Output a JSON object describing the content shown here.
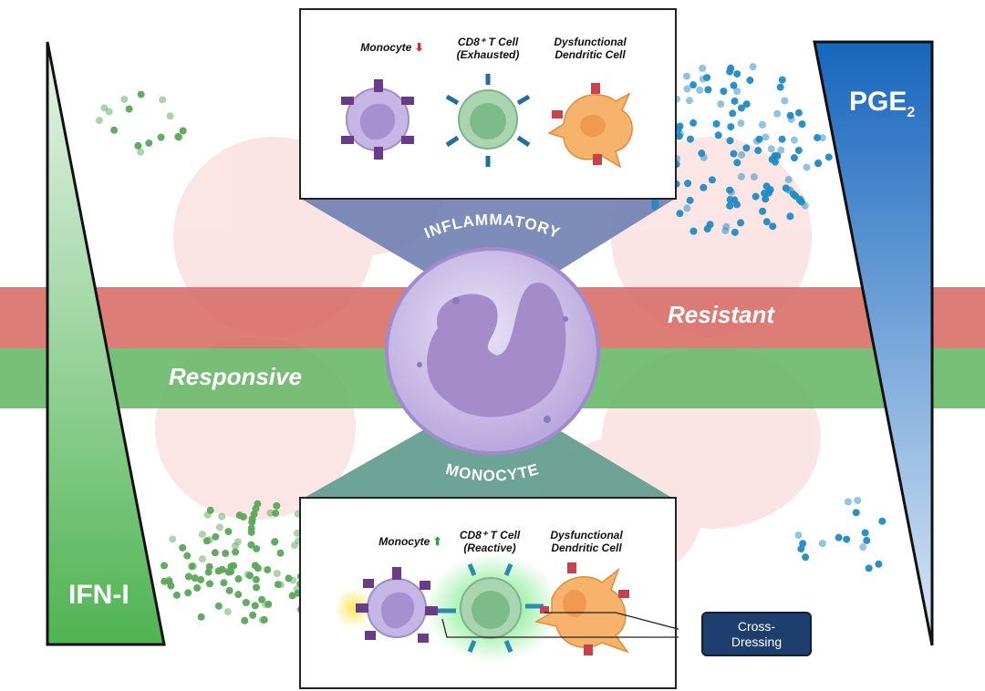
{
  "gradients": {
    "left": {
      "label": "IFN-I",
      "color": "#4caf50"
    },
    "right": {
      "label_main": "PGE",
      "label_sub": "2",
      "color": "#1a6fc0"
    }
  },
  "bands": {
    "resistant": {
      "label": "Resistant",
      "color": "#d9726c"
    },
    "responsive": {
      "label": "Responsive",
      "color": "#6cba6c"
    }
  },
  "center": {
    "top_label": "INFLAMMATORY",
    "bottom_label": "MONOCYTE"
  },
  "top_panel": {
    "cells": [
      {
        "label_line1": "Monocyte",
        "indicator": "down-arrow",
        "indicator_color": "#d32f2f"
      },
      {
        "label_line1": "CD8⁺ T Cell",
        "label_line2": "(Exhausted)"
      },
      {
        "label_line1": "Dysfunctional",
        "label_line2": "Dendritic Cell"
      }
    ]
  },
  "bottom_panel": {
    "cells": [
      {
        "label_line1": "Monocyte",
        "indicator": "up-arrow",
        "indicator_color": "#2e9e3e"
      },
      {
        "label_line1": "CD8⁺ T Cell",
        "label_line2": "(Reactive)"
      },
      {
        "label_line1": "Dysfunctional",
        "label_line2": "Dendritic Cell"
      }
    ]
  },
  "callout": {
    "line1": "Cross-",
    "line2": "Dressing"
  },
  "colors": {
    "ifn_dot": "#5aa85a",
    "pge_dot": "#1f8bc4",
    "monocyte": "#b8a6dc",
    "tcell": "#9fd0a8",
    "dendritic": "#f7b26b"
  }
}
